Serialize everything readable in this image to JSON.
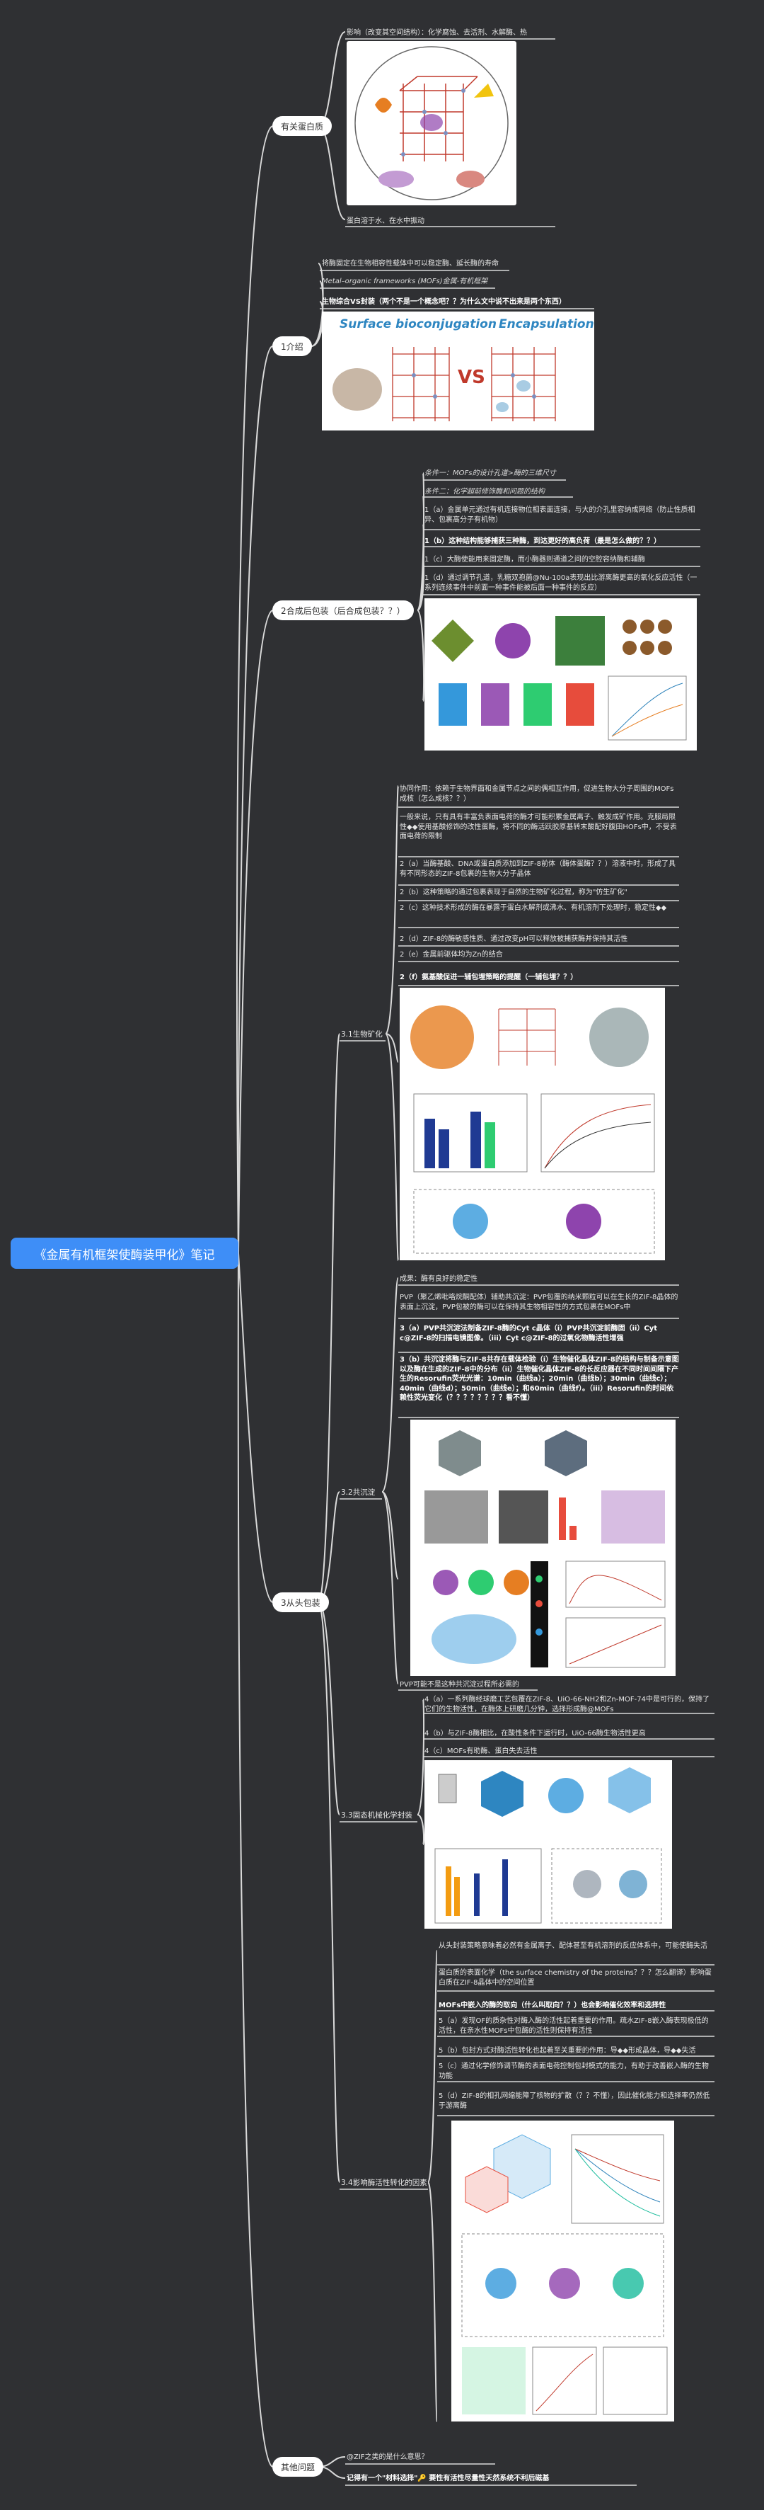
{
  "title": "《金属有机框架使酶装甲化》笔记",
  "colors": {
    "background": "#2f3033",
    "root": "#3e8ef7",
    "line": "#d9d9d9"
  },
  "branches": {
    "related": {
      "label": "有关蛋白质",
      "nodes": [
        "影响（改变其空间结构）：化学腐蚀、去活剂、水解酶、热",
        "蛋白溶于水、在水中振动"
      ],
      "figure": "figure-protein-threats"
    },
    "intro": {
      "label": "1介绍",
      "nodes": [
        "将酶固定在生物相容性载体中可以稳定酶、延长酶的寿命",
        "Metal–organic frameworks (MOFs)金属-有机框架",
        "生物综合VS封装（两个不是一个概念吧？？为什么文中说不出来是两个东西）"
      ],
      "figure_captions": [
        "Surface bioconjugation",
        "Encapsulation"
      ],
      "vs": "VS"
    },
    "postsynth": {
      "label": "2合成后包装（后合成包装？？）",
      "nodes": [
        "条件一：MOFs的设计孔道>酶的三维尺寸",
        "条件二：化学超前修饰酶和问题的结构",
        "1（a）金属单元通过有机连接物位相表面连接，与大的介孔里容纳成网络（防止性质相异、包裹高分子有机物）",
        "1（b）这种结构能够捕获三种酶，到达更好的高负荷（最是怎么做的？？）",
        "1（c）大酶使能用来固定酶，而小酶器则通道之间的空腔容纳酶和辅酶",
        "1（d）通过调节孔道，乳糖双孢菌@Nu-100a表现出比游离酶更高的氧化反应活性（一系列连续事件中前面一种事件能被后面一种事件的反应）"
      ]
    },
    "3.1": {
      "label": "3.1生物矿化",
      "nodes": [
        "协同作用：依赖于生物界面和金属节点之间的偶相互作用，促进生物大分子周围的MOFs成核（怎么成核？？）",
        "一般来说，只有具有丰富负表面电荷的酶才可能积累金属离子、触发成矿作用。克服局限性◆◆使用基酸修饰的改性蛋酶，将不同的酶活跃胶原基转末酸配好腹田HOFs中，不受表面电荷的限制",
        "2（a）当酶基酸、DNA或蛋白质添加到ZIF-8前体（酶体蛋酶？？）溶液中时，形成了具有不同形态的ZIF-8包裹的生物大分子晶体",
        "2（b）这种策略的通过包裹表现于自然的生物矿化过程，称为\"仿生矿化\"",
        "2（c）这种技术形成的酶在暴露于蛋白水解剂或沸水、有机溶剂下处理时，稳定性◆◆",
        "2（d）ZIF-8的酶敏感性质、通过改变pH可以释放被捕获酶并保持其活性",
        "2（e）金属前驱体均为Zn的结合",
        "2（f）氨基酸促进一辅包埋策略的提醒（一辅包埋？？）"
      ]
    },
    "3.2": {
      "label": "3.2共沉淀",
      "nodes": [
        "成果：酶有良好的稳定性",
        "PVP（聚乙烯吡咯烷酮配体）辅助共沉淀：PVP包覆的纳米颗粒可以在生长的ZIF-8晶体的表面上沉淀，PVP包被的酶可以在保持其生物相容性的方式包裹在MOFs中",
        "3（a）PVP共沉淀法制备ZIF-8酶的Cyt c晶体（i）PVP共沉淀前酶固（ii）Cyt c@ZIF-8的扫描电镜图像。（iii）Cyt c@ZIF-8的过氧化物酶活性增强",
        "3（b）共沉淀将酶与ZIF-8共存在载体检验（i）生物催化晶体ZIF-8的结构与制备示意图以及酶在生成的ZIF-8中的分布（ii）生物催化晶体ZIF-8的长反应器在不同时间间隔下产生的Resorufin荧光光谱：10min（曲线a）；20min（曲线b）；30min（曲线c）；40min（曲线d）；50min（曲线e）；和60min（曲线f）。（iii）Resorufin的时间依赖性荧光变化（？？？？？？？？看不懂）",
        "PVP可能不是这种共沉淀过程所必需的"
      ]
    },
    "3.3": {
      "label": "3.3固态机械化学封装",
      "nodes": [
        "4（a）一系列酶经球磨工艺包覆在ZIF-8、UiO-66-NH2和Zn-MOF-74中是可行的，保持了它们的生物活性，在酶体上研磨几分钟，选择形成酶@MOFs",
        "4（b）与ZIF-8酶相比，在酸性条件下运行时，UiO-66酶生物活性更高",
        "4（c）MOFs有助酶、蛋白失去活性"
      ]
    },
    "3.4": {
      "label": "3.4影响酶活性转化的因素",
      "nodes": [
        "从头封装策略意味着必然有金属离子、配体甚至有机溶剂的反应体系中，可能使酶失活",
        "蛋白质的表面化学（the surface chemistry of the proteins？？？怎么翻译）影响蛋白质在ZIF-8晶体中的空间位置",
        "MOFs中嵌入的酶的取向（什么叫取向？？）也会影响催化效率和选择性",
        "5（a）发现OF的质杂性对酶入酶的活性起着重要的作用。疏水ZIF-8嵌入酶表现极低的活性，在亲水性MOFs中包酶的活性则保持有活性",
        "5（b）包封方式对酶活性转化也起着至关重要的作用：导◆◆形成晶体，导◆◆失活",
        "5（c）通过化学修饰调节酶的表面电荷控制包封模式的能力，有助于改善嵌入酶的生物功能",
        "5（d）ZIF-8的相孔网缩能障了核物的扩散（？？不懂），因此催化能力和选择率仍然低于游离酶"
      ]
    },
    "3": {
      "label": "3从头包装"
    },
    "other": {
      "label": "其他问题",
      "nodes": [
        "@ZIF之类的是什么意思？",
        "记得有一个\"材料选择\"🔑 要性有活性尽量性天然系统不利后磁基"
      ]
    }
  }
}
